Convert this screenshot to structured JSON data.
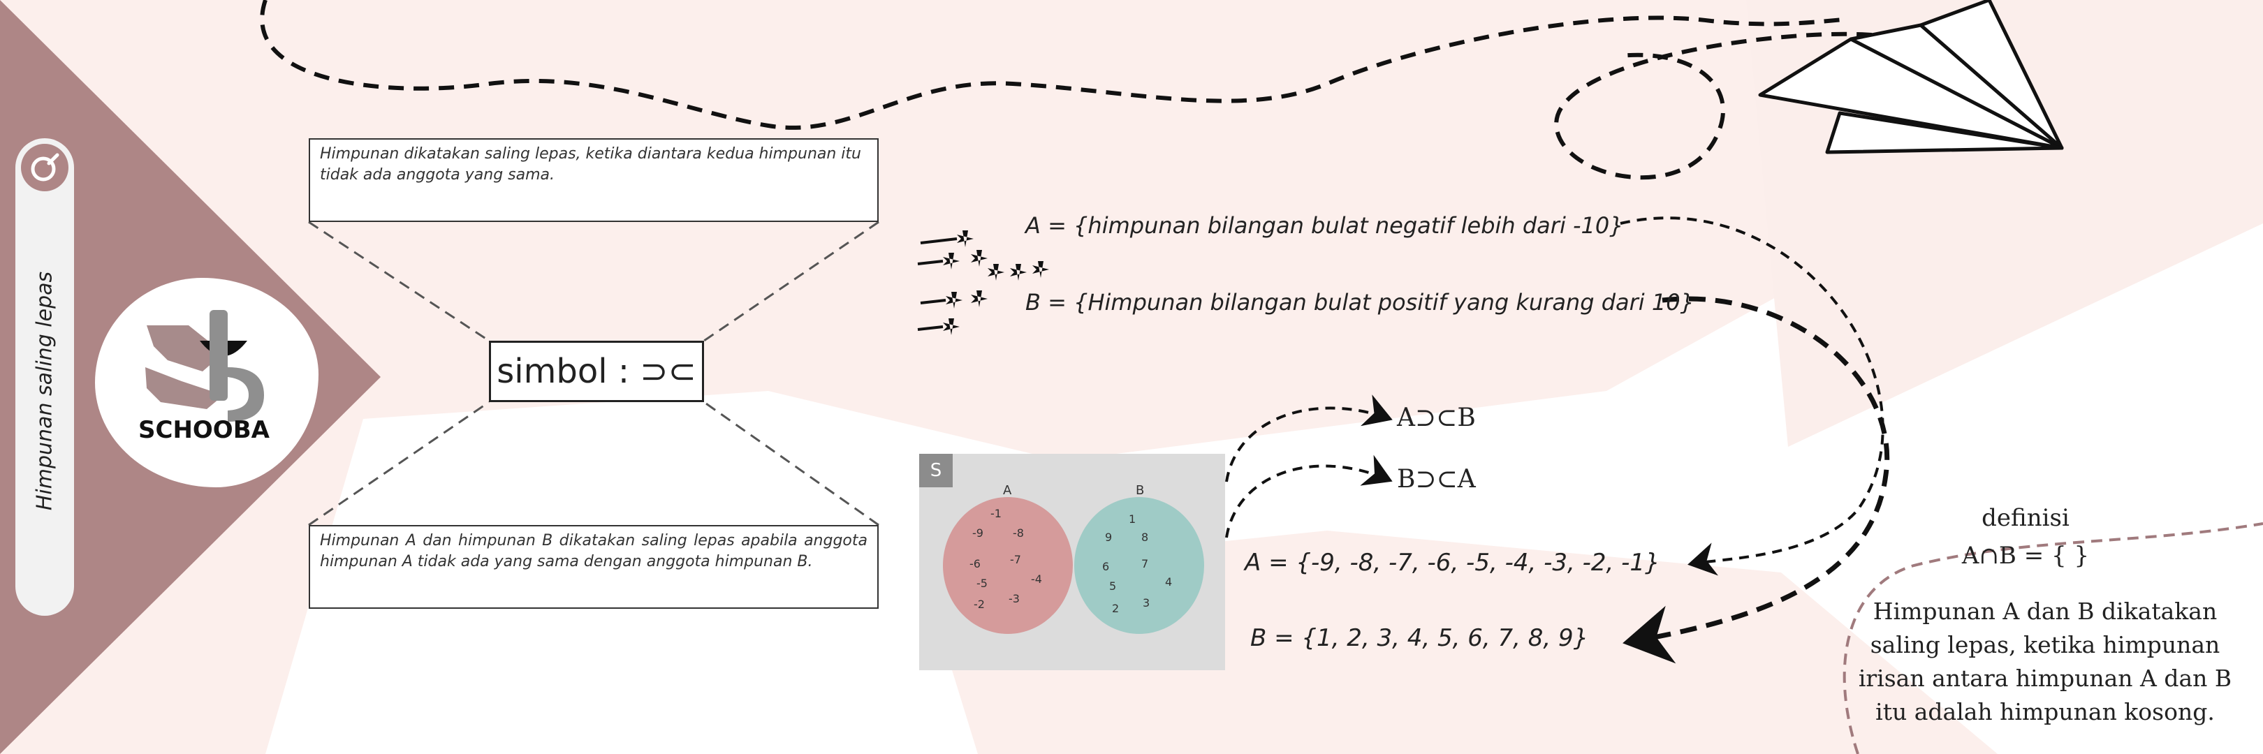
{
  "sidebar": {
    "vertical_title": "Himpunan saling lepas",
    "brand_name": "SCHOOBA",
    "search_icon": "search-icon",
    "logo_icon": "schooba-logo-icon"
  },
  "notes": {
    "top_definition": "Himpunan dikatakan saling lepas, ketika diantara kedua himpunan itu tidak ada anggota yang sama.",
    "bottom_definition": "Himpunan A dan himpunan B dikatakan saling lepas apabila anggota himpunan A tidak ada yang sama dengan anggota himpunan B."
  },
  "symbol": {
    "label": "simbol : ⊃⊂"
  },
  "sets": {
    "a_description": "A = {himpunan bilangan bulat negatif lebih dari -10}",
    "b_description": "B = {Himpunan bilangan bulat positif yang kurang dari 10}",
    "a_members": "A = {-9, -8, -7, -6, -5, -4, -3, -2, -1}",
    "b_members": "B = {1, 2, 3, 4, 5, 6, 7, 8, 9}"
  },
  "relations": {
    "a_b": "A⊃⊂B",
    "b_a": "B⊃⊂A"
  },
  "venn": {
    "universe_label": "S",
    "circle_a_label": "A",
    "circle_b_label": "B",
    "circle_a_color": "#d59b9b",
    "circle_b_color": "#9fcbc6",
    "circle_a_numbers": [
      "-1",
      "-9",
      "-8",
      "-6",
      "-7",
      "-5",
      "-4",
      "-2",
      "-3"
    ],
    "circle_b_numbers": [
      "1",
      "9",
      "8",
      "6",
      "7",
      "5",
      "4",
      "2",
      "3"
    ]
  },
  "definition": {
    "heading": "definisi",
    "formula": "A∩B = { }",
    "body": "Himpunan A dan B dikatakan saling lepas, ketika himpunan irisan  antara himpunan A dan B itu adalah himpunan kosong."
  },
  "decorations": {
    "paper_plane_icon": "paper-plane-icon",
    "airplane_icon": "airplane-icon"
  },
  "colors": {
    "sidebar_mauve": "#ae8686",
    "background_blush": "#fcefec",
    "dashed_line": "#111111",
    "note_connector": "#555555",
    "definition_border": "#a07a7d"
  }
}
